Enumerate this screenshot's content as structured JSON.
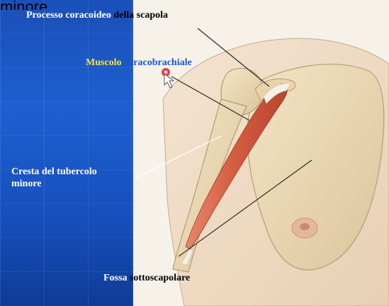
{
  "top_fragment": "minore.",
  "labels": {
    "processo_a": "Processo coracoideo",
    "processo_b": "della scapola",
    "muscolo_a": "Muscolo",
    "muscolo_b": "coracobrachiale",
    "cresta_line1": "Cresta del tubercolo",
    "cresta_line2": "minore",
    "fossa_a": "Fossa",
    "fossa_b": "sottoscapolare"
  },
  "colors": {
    "panel_blue": "#1d5fd0",
    "highlight_yellow": "#f5e63a",
    "highlight_blue": "#1c57cf",
    "muscle": "#d9654a",
    "bone": "#ead8b2",
    "pointer_dot": "#e0203a"
  },
  "icons": [
    "cursor-arrow-icon",
    "laser-pointer-dot"
  ]
}
